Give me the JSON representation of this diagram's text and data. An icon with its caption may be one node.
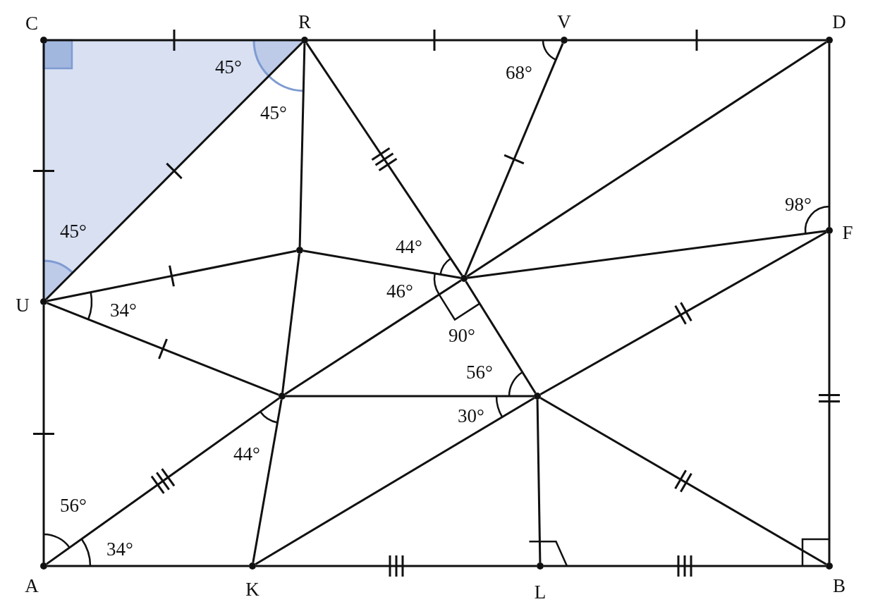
{
  "diagram": {
    "nodes": [
      {
        "text": [
          "C"
        ]
      },
      {
        "text": [
          "R"
        ]
      },
      {
        "text": [
          "V"
        ]
      },
      {
        "text": [
          "D"
        ]
      },
      {
        "text": [
          "F"
        ]
      },
      {
        "text": [],
        "shape": "circle"
      },
      {
        "text": [],
        "shape": "circle"
      },
      {
        "text": [
          "U"
        ]
      },
      {
        "text": [],
        "shape": "circle"
      },
      {
        "text": [],
        "shape": "circle"
      },
      {
        "text": [
          "A"
        ]
      },
      {
        "text": [
          "K"
        ]
      },
      {
        "text": [
          "L"
        ]
      },
      {
        "text": [
          "B"
        ]
      }
    ],
    "edges": [
      {
        "from": 0,
        "to": 1,
        "arrow": "none"
      },
      {
        "from": 1,
        "to": 2,
        "arrow": "none"
      },
      {
        "from": 2,
        "to": 3,
        "arrow": "none"
      },
      {
        "from": 3,
        "to": 4,
        "arrow": "none"
      },
      {
        "from": 4,
        "to": 13,
        "arrow": "none"
      },
      {
        "from": 0,
        "to": 7,
        "arrow": "none"
      },
      {
        "from": 7,
        "to": 10,
        "arrow": "none"
      },
      {
        "from": 10,
        "to": 11,
        "arrow": "none"
      },
      {
        "from": 11,
        "to": 12,
        "arrow": "none"
      },
      {
        "from": 12,
        "to": 13,
        "arrow": "none"
      },
      {
        "from": 7,
        "to": 1,
        "arrow": "none"
      },
      {
        "from": 1,
        "to": 5,
        "arrow": "none"
      },
      {
        "from": 1,
        "to": 6,
        "arrow": "none"
      },
      {
        "from": 2,
        "to": 6,
        "arrow": "none"
      },
      {
        "from": 3,
        "to": 6,
        "arrow": "none"
      },
      {
        "from": 4,
        "to": 6,
        "arrow": "none"
      },
      {
        "from": 7,
        "to": 5,
        "arrow": "none"
      },
      {
        "from": 5,
        "to": 6,
        "arrow": "none"
      },
      {
        "from": 7,
        "to": 8,
        "arrow": "none"
      },
      {
        "from": 5,
        "to": 8,
        "arrow": "none"
      },
      {
        "from": 8,
        "to": 11,
        "arrow": "none"
      },
      {
        "from": 10,
        "to": 8,
        "arrow": "none"
      },
      {
        "from": 8,
        "to": 6,
        "arrow": "none"
      },
      {
        "from": 6,
        "to": 9,
        "arrow": "none"
      },
      {
        "from": 8,
        "to": 9,
        "arrow": "none"
      },
      {
        "from": 11,
        "to": 9,
        "arrow": "none"
      },
      {
        "from": 9,
        "to": 4,
        "arrow": "none"
      },
      {
        "from": 9,
        "to": 12,
        "arrow": "none"
      },
      {
        "from": 9,
        "to": 13,
        "arrow": "none"
      }
    ],
    "labels": [
      "45°",
      "68°",
      "45°",
      "98°",
      "45°",
      "44°",
      "34°",
      "46°",
      "90°",
      "56°",
      "30°",
      "44°",
      "56°",
      "34°"
    ]
  }
}
